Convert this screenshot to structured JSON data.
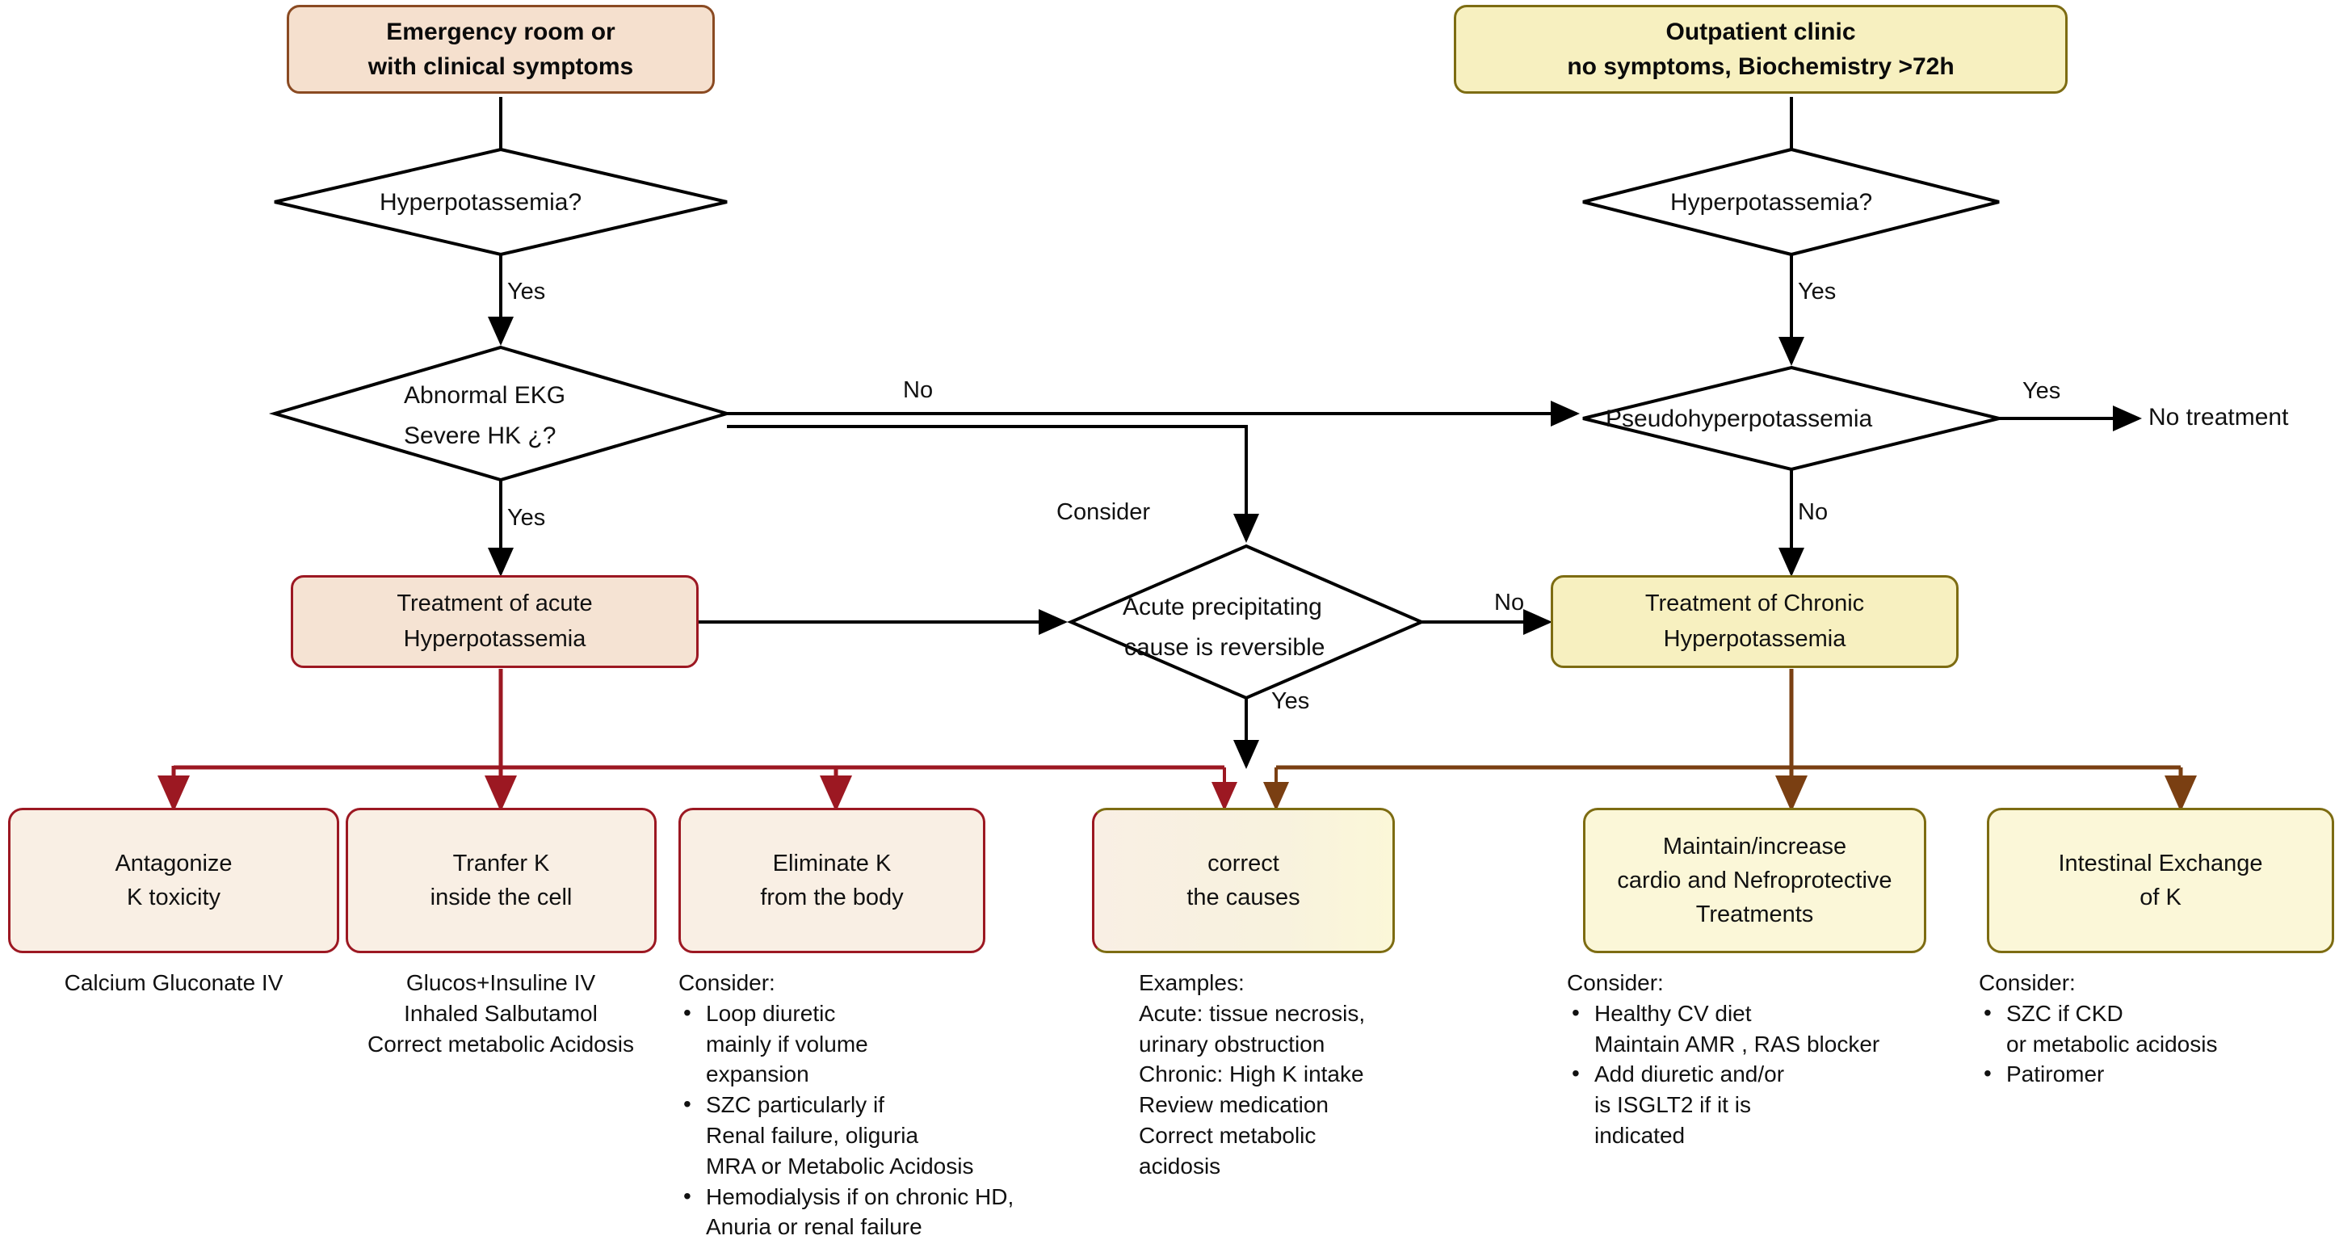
{
  "headers": {
    "left": {
      "line1": "Emergency room or",
      "line2": "with clinical symptoms"
    },
    "right": {
      "line1": "Outpatient clinic",
      "line2": "no symptoms, Biochemistry >72h"
    }
  },
  "decisions": {
    "left_hyperk": "Hyperpotassemia?",
    "left_ekg_l1": "Abnormal EKG",
    "left_ekg_l2": "Severe HK ¿?",
    "right_hyperk": "Hyperpotassemia?",
    "pseudo": "Pseudohyperpotassemia",
    "reversible_l1": "Acute precipitating",
    "reversible_l2": "cause is reversible"
  },
  "edge_labels": {
    "yes_left_top": "Yes",
    "yes_left_mid": "Yes",
    "yes_right_top": "Yes",
    "no_ekg": "No",
    "yes_pseudo": "Yes",
    "no_pseudo": "No",
    "consider": "Consider",
    "no_reversible": "No",
    "yes_reversible": "Yes"
  },
  "terminals": {
    "no_treatment": "No treatment"
  },
  "treatments": {
    "acute": {
      "line1": "Treatment of acute",
      "line2": "Hyperpotassemia"
    },
    "chronic": {
      "line1": "Treatment of Chronic",
      "line2": "Hyperpotassemia"
    }
  },
  "leaves": [
    {
      "id": "antagonize",
      "line1": "Antagonize",
      "line2": "K toxicity",
      "line3": ""
    },
    {
      "id": "transfer",
      "line1": "Tranfer K",
      "line2": "inside the cell",
      "line3": ""
    },
    {
      "id": "eliminate",
      "line1": "Eliminate K",
      "line2": "from the body",
      "line3": ""
    },
    {
      "id": "correct",
      "line1": "correct",
      "line2": "the causes",
      "line3": ""
    },
    {
      "id": "maintain",
      "line1": "Maintain/increase",
      "line2": "cardio and Nefroprotective",
      "line3": "Treatments"
    },
    {
      "id": "intestinal",
      "line1": "Intestinal Exchange",
      "line2": "of K",
      "line3": ""
    }
  ],
  "notes": {
    "antagonize": {
      "lines": [
        "Calcium Gluconate IV"
      ]
    },
    "transfer": {
      "lines": [
        "Glucos+Insuline IV",
        "Inhaled Salbutamol",
        "Correct metabolic  Acidosis"
      ]
    },
    "eliminate": {
      "head": "Consider:",
      "bullets": [
        [
          "Loop diuretic",
          "mainly if volume",
          "expansion"
        ],
        [
          "SZC particularly if",
          "Renal failure, oliguria",
          "MRA or Metabolic Acidosis"
        ],
        [
          "Hemodialysis if on chronic HD,",
          "Anuria or renal failure"
        ]
      ]
    },
    "correct": {
      "head": "Examples:",
      "lines": [
        "Acute: tissue necrosis,",
        "urinary obstruction",
        "Chronic: High K intake",
        "Review medication",
        "Correct metabolic",
        "acidosis"
      ]
    },
    "maintain": {
      "head": "Consider:",
      "bullets": [
        [
          "Healthy CV diet",
          "Maintain AMR , RAS blocker"
        ],
        [
          "Add diuretic and/or",
          "is ISGLT2 if it is",
          "indicated"
        ]
      ]
    },
    "intestinal": {
      "head": "Consider:",
      "bullets": [
        [
          "SZC if CKD",
          "or metabolic acidosis"
        ],
        [
          "Patiromer"
        ]
      ]
    }
  },
  "colors": {
    "peach_fill": "#f5e0ce",
    "peach_border": "#8a4a22",
    "yellow_fill": "#f7f0c0",
    "yellow_border": "#7d6c12",
    "acute_border": "#9c1822",
    "chronic_border": "#7d6c12",
    "acute_arrow": "#9c1822",
    "chronic_arrow": "#7a3f12",
    "black": "#000000"
  },
  "bullet_glyph": "•"
}
